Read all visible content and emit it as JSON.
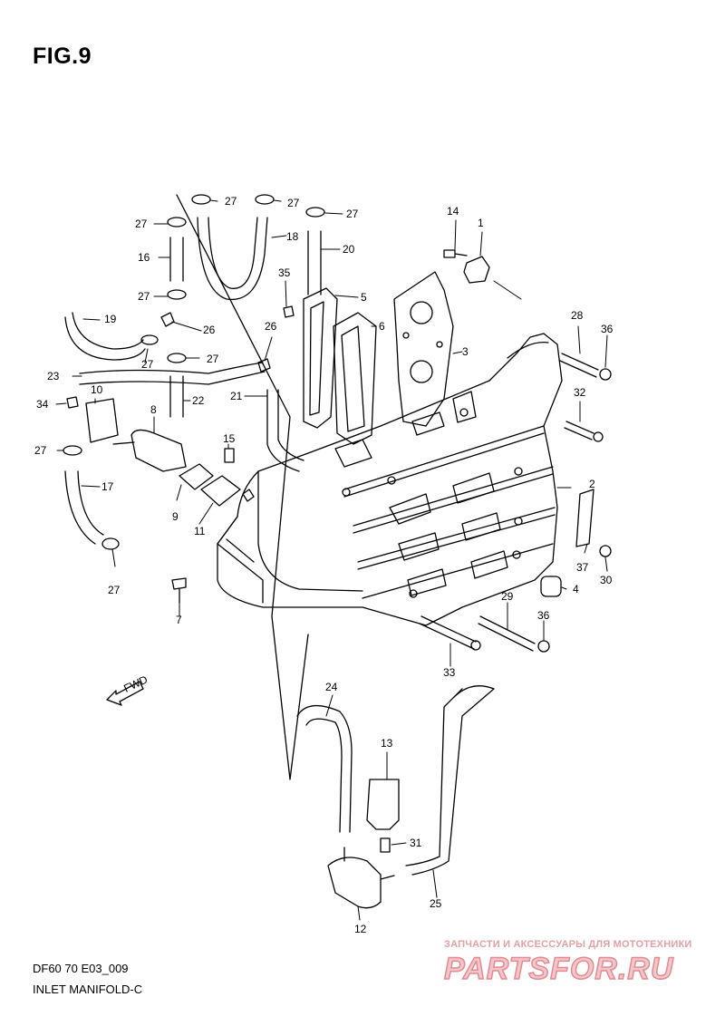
{
  "figure": {
    "title": "FIG.9"
  },
  "fwd_label": "FWD",
  "callouts": [
    {
      "id": "c1",
      "label": "1"
    },
    {
      "id": "c2",
      "label": "2"
    },
    {
      "id": "c3",
      "label": "3"
    },
    {
      "id": "c4",
      "label": "4"
    },
    {
      "id": "c5",
      "label": "5"
    },
    {
      "id": "c6",
      "label": "6"
    },
    {
      "id": "c7",
      "label": "7"
    },
    {
      "id": "c8",
      "label": "8"
    },
    {
      "id": "c9",
      "label": "9"
    },
    {
      "id": "c10",
      "label": "10"
    },
    {
      "id": "c11",
      "label": "11"
    },
    {
      "id": "c12",
      "label": "12"
    },
    {
      "id": "c13",
      "label": "13"
    },
    {
      "id": "c14",
      "label": "14"
    },
    {
      "id": "c15",
      "label": "15"
    },
    {
      "id": "c16",
      "label": "16"
    },
    {
      "id": "c17",
      "label": "17"
    },
    {
      "id": "c18",
      "label": "18"
    },
    {
      "id": "c19",
      "label": "19"
    },
    {
      "id": "c20",
      "label": "20"
    },
    {
      "id": "c21",
      "label": "21"
    },
    {
      "id": "c22",
      "label": "22"
    },
    {
      "id": "c23",
      "label": "23"
    },
    {
      "id": "c24",
      "label": "24"
    },
    {
      "id": "c25",
      "label": "25"
    },
    {
      "id": "c26a",
      "label": "26"
    },
    {
      "id": "c26b",
      "label": "26"
    },
    {
      "id": "c27a",
      "label": "27"
    },
    {
      "id": "c27b",
      "label": "27"
    },
    {
      "id": "c27c",
      "label": "27"
    },
    {
      "id": "c27d",
      "label": "27"
    },
    {
      "id": "c27e",
      "label": "27"
    },
    {
      "id": "c27f",
      "label": "27"
    },
    {
      "id": "c27g",
      "label": "27"
    },
    {
      "id": "c27h",
      "label": "27"
    },
    {
      "id": "c27i",
      "label": "27"
    },
    {
      "id": "c28",
      "label": "28"
    },
    {
      "id": "c29",
      "label": "29"
    },
    {
      "id": "c30",
      "label": "30"
    },
    {
      "id": "c31",
      "label": "31"
    },
    {
      "id": "c32",
      "label": "32"
    },
    {
      "id": "c33",
      "label": "33"
    },
    {
      "id": "c34",
      "label": "34"
    },
    {
      "id": "c35",
      "label": "35"
    },
    {
      "id": "c36a",
      "label": "36"
    },
    {
      "id": "c36b",
      "label": "36"
    },
    {
      "id": "c37",
      "label": "37"
    }
  ],
  "footer": {
    "code": "DF60 70 E03_009",
    "name": "INLET MANIFOLD-C"
  },
  "watermark": {
    "tagline": "ЗАПЧАСТИ И АКСЕССУАРЫ ДЛЯ МОТОТЕХНИКИ",
    "logo": "PARTSFOR.RU"
  }
}
